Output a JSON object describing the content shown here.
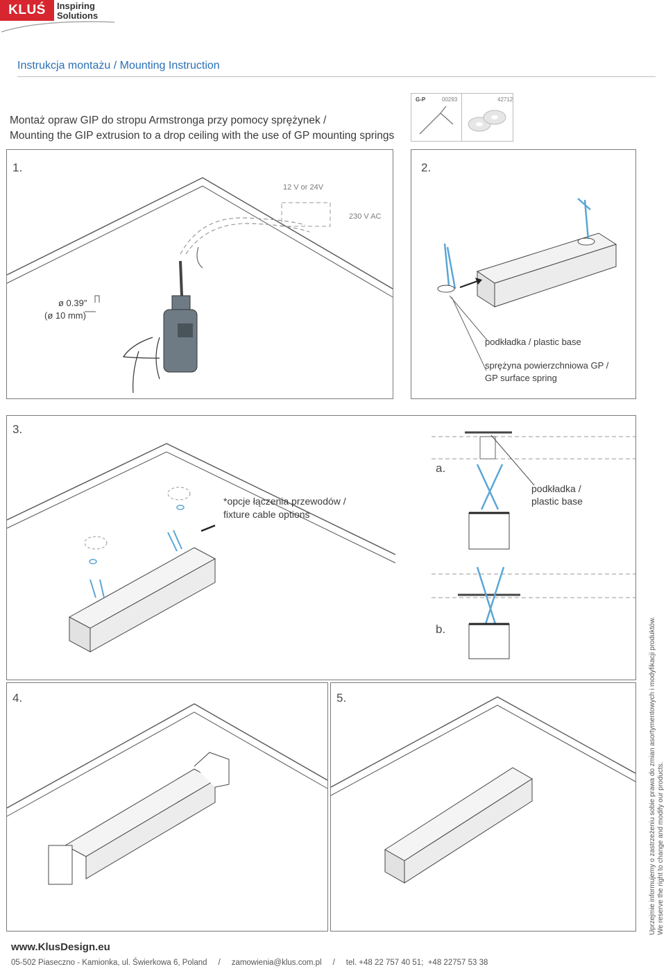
{
  "brand": {
    "logo_text": "KLUŚ",
    "tagline_line1": "Inspiring",
    "tagline_line2": "Solutions"
  },
  "header": {
    "title": "Instrukcja montażu  /  Mounting Instruction"
  },
  "main_title": {
    "line1": "Montaż opraw GIP do stropu Armstronga przy pomocy sprężynek  /",
    "line2": "Mounting the GIP extrusion to a drop ceiling with the use of GP mounting springs"
  },
  "parts": {
    "spring_label": "G-P",
    "spring_code": "00293",
    "washer_code": "42712"
  },
  "steps": {
    "s1": {
      "number": "1.",
      "voltage_low": "12 V  or  24V",
      "voltage_high": "230 V AC",
      "drill_size_in": "ø 0.39″",
      "drill_size_mm": "(ø 10 mm)"
    },
    "s2": {
      "number": "2.",
      "label_base": "podkładka / plastic base",
      "label_spring_1": "sprężyna powierzchniowa GP /",
      "label_spring_2": "GP surface spring"
    },
    "s3": {
      "number": "3.",
      "cable_options_1": "*opcje łączenia przewodów /",
      "cable_options_2": "fixture cable options",
      "variant_a": "a.",
      "variant_b": "b.",
      "base_label_1": "podkładka /",
      "base_label_2": "plastic base"
    },
    "s4": {
      "number": "4."
    },
    "s5": {
      "number": "5."
    }
  },
  "footer": {
    "website": "www.KlusDesign.eu",
    "address": "05-502 Piaseczno - Kamionka, ul. Świerkowa 6, Poland     /     zamowienia@klus.com.pl     /     tel. +48 22 757 40 51;  +48 22757 53 38"
  },
  "disclaimer": {
    "line1": "Uprzejmie informujemy o zastrzeżeniu sobie prawa do zmian asortymentowych i modyfikacji produktów.",
    "line2": "We reserve the right to change and modify our products."
  },
  "colors": {
    "accent_blue": "#2a6fb5",
    "spring_blue": "#5aa6d6",
    "logo_red": "#d7262f",
    "panel_border": "#7a7a7a"
  }
}
